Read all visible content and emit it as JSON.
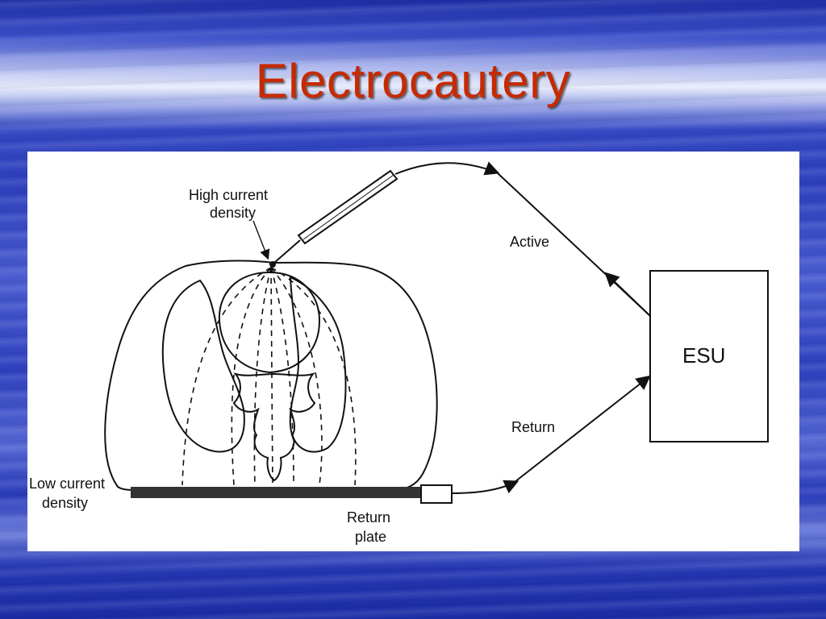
{
  "slide": {
    "title": "Electrocautery"
  },
  "diagram": {
    "labels": {
      "high_current_1": "High current",
      "high_current_2": "density",
      "low_current_1": "Low current",
      "low_current_2": "density",
      "active": "Active",
      "return": "Return",
      "return_plate_1": "Return",
      "return_plate_2": "plate",
      "esu": "ESU"
    }
  }
}
